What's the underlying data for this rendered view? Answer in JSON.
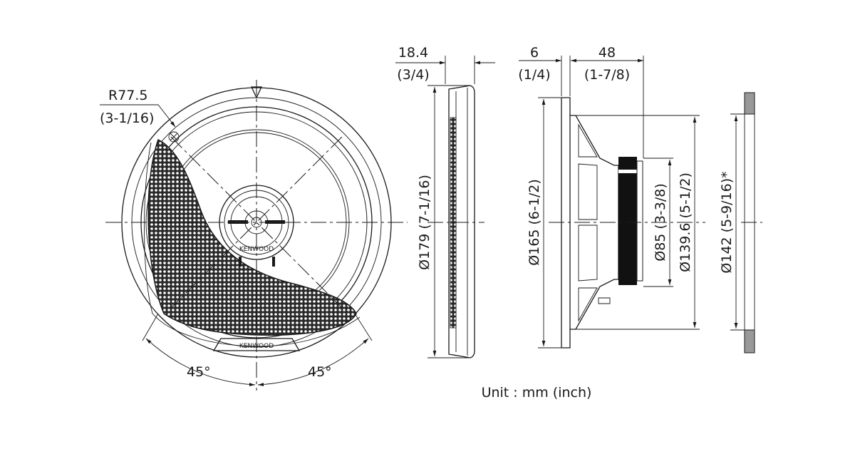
{
  "front_view": {
    "radius_label": "R77.5",
    "radius_inch": "(3-1/16)",
    "angle_left": "45°",
    "angle_right": "45°",
    "brand_grille": "KENWOOD",
    "brand_center": "KENWOOD"
  },
  "grille_side_view": {
    "depth_mm": "18.4",
    "depth_inch": "(3/4)",
    "diameter_label": "Ø179 (7-1/16)"
  },
  "speaker_side_view": {
    "flange_mm": "6",
    "flange_inch": "(1/4)",
    "depth_mm": "48",
    "depth_inch": "(1-7/8)",
    "outer_diameter_label": "Ø165 (6-1/2)",
    "magnet_diameter_label": "Ø85 (3-3/8)",
    "basket_diameter_label": "Ø139.6 (5-1/2)"
  },
  "cutout_view": {
    "cutout_label": "Ø142 (5-9/16)*"
  },
  "unit_note": "Unit : mm (inch)"
}
